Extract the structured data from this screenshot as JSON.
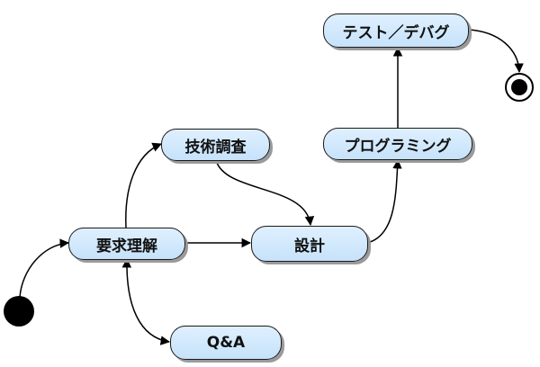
{
  "diagram": {
    "nodes": {
      "requirements": "要求理解",
      "research": "技術調査",
      "design": "設計",
      "programming": "プログラミング",
      "test_debug": "テスト／デバグ",
      "qa": "Q&A"
    },
    "edges": [
      {
        "from": "initial",
        "to": "requirements"
      },
      {
        "from": "requirements",
        "to": "research"
      },
      {
        "from": "requirements",
        "to": "design"
      },
      {
        "from": "requirements",
        "to": "qa",
        "bidirectional": true
      },
      {
        "from": "research",
        "to": "design"
      },
      {
        "from": "design",
        "to": "programming"
      },
      {
        "from": "programming",
        "to": "test_debug"
      },
      {
        "from": "test_debug",
        "to": "final"
      }
    ]
  }
}
